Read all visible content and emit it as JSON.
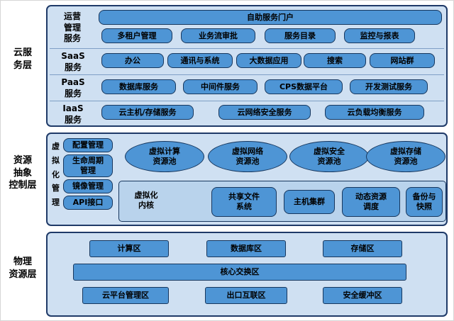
{
  "side_labels": {
    "cloud": "云服\n务层",
    "resource": "资源\n抽象\n控制层",
    "physical": "物理\n资源层"
  },
  "cloud_layer": {
    "rows": [
      {
        "label": "运营\n管理\n服务",
        "portal": "自助服务门户",
        "buttons": [
          "多租户管理",
          "业务流审批",
          "服务目录",
          "监控与报表"
        ]
      },
      {
        "label": "SaaS\n服务",
        "buttons": [
          "办公",
          "通讯与系统",
          "大数据应用",
          "搜索",
          "网站群"
        ]
      },
      {
        "label": "PaaS\n服务",
        "buttons": [
          "数据库服务",
          "中间件服务",
          "CPS数据平台",
          "开发测试服务"
        ]
      },
      {
        "label": "IaaS\n服务",
        "buttons": [
          "云主机/存储服务",
          "云网络安全服务",
          "云负载均衡服务"
        ]
      }
    ]
  },
  "resource_layer": {
    "side_label": "虚拟化管理",
    "management_boxes": [
      "配置管理",
      "生命周期\n管理",
      "镜像管理",
      "API接口"
    ],
    "pools": [
      "虚拟计算\n资源池",
      "虚拟网络\n资源池",
      "虚拟安全\n资源池",
      "虚拟存储\n资源池"
    ],
    "kernel_label": "虚拟化\n内核",
    "kernel_buttons": [
      "共享文件\n系统",
      "主机集群",
      "动态资源\n调度",
      "备份与\n快照"
    ]
  },
  "physical_layer": {
    "zones_top": [
      "计算区",
      "数据库区",
      "存储区"
    ],
    "core_zone": "核心交换区",
    "zones_bottom": [
      "云平台管理区",
      "出口互联区",
      "安全缓冲区"
    ]
  },
  "colors": {
    "button_blue": "#4e95d5",
    "panel_light": "#cfe0f2",
    "panel_inner": "#b9d3ec",
    "border_dark": "#17375e"
  }
}
